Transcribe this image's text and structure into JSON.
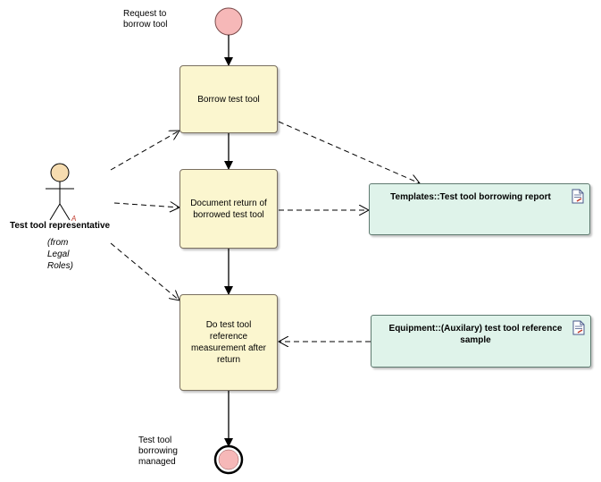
{
  "initial_node": {
    "label": "Request to\nborrow tool"
  },
  "final_node": {
    "label": "Test tool\nborrowing\nmanaged"
  },
  "activities": {
    "borrow": "Borrow test tool",
    "document_return": "Document return of borrowed test tool",
    "measurement": "Do test tool reference measurement after return"
  },
  "actor": {
    "name": "Test tool representative",
    "origin": "(from\nLegal\nRoles)",
    "abstract_marker": "A"
  },
  "artifacts": {
    "report": "Templates::Test tool borrowing report",
    "sample": "Equipment::(Auxilary) test tool reference sample"
  },
  "colors": {
    "activity_fill": "#fbf6cf",
    "artifact_fill": "#dff3ea",
    "node_fill": "#f6b8b8",
    "actor_fill": "#f6dcb0"
  }
}
